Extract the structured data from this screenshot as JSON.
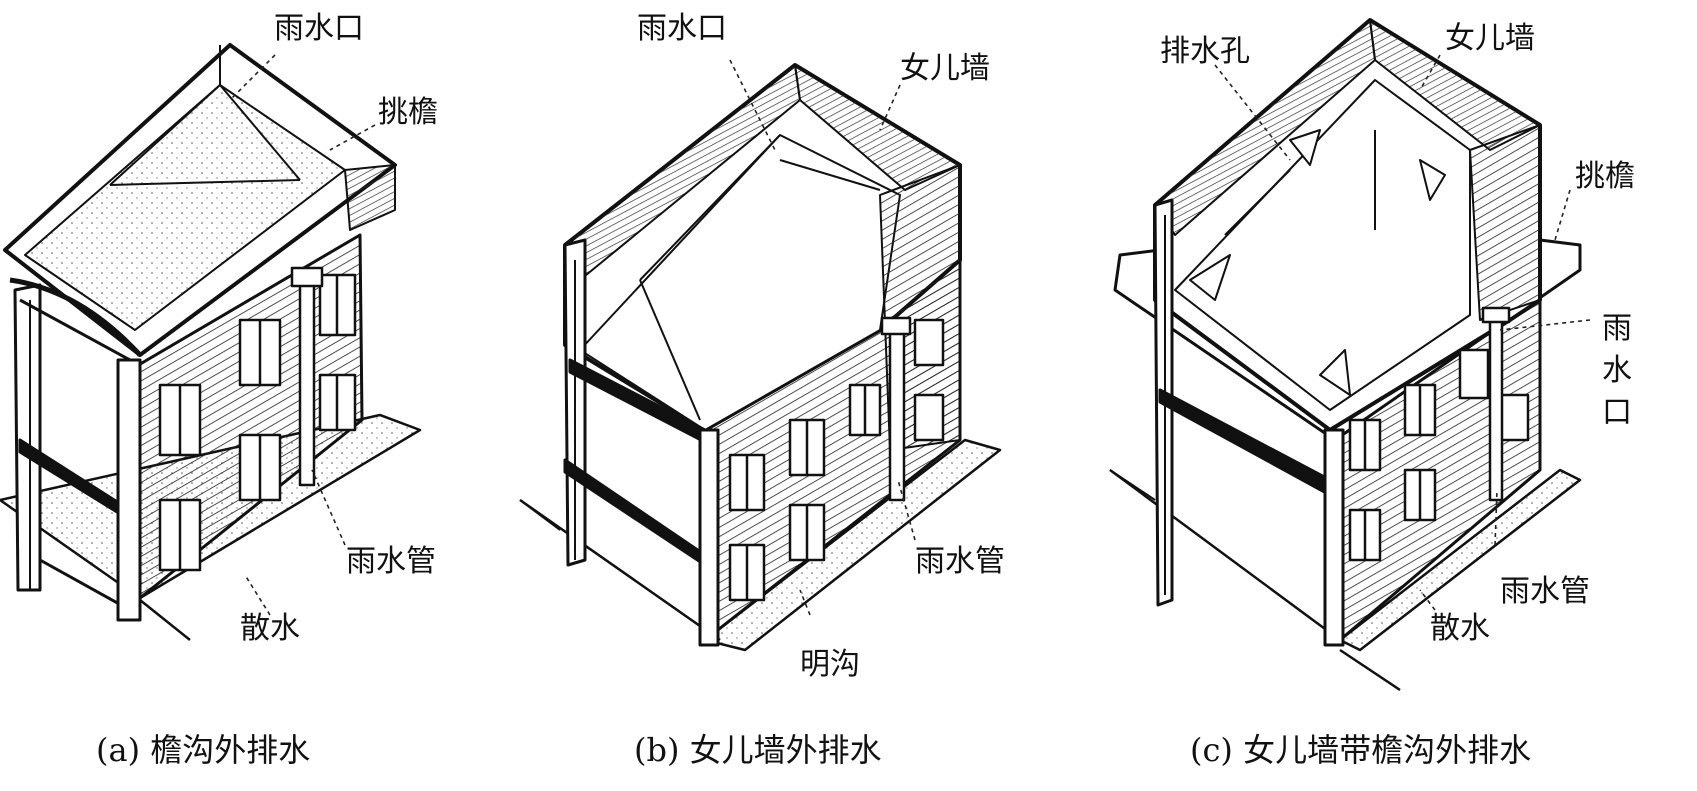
{
  "panels": [
    {
      "caption": "(a) 檐沟外排水",
      "labels": {
        "rain_outlet": "雨水口",
        "eave": "挑檐",
        "downpipe": "雨水管",
        "apron": "散水"
      }
    },
    {
      "caption": "(b) 女儿墙外排水",
      "labels": {
        "rain_outlet": "雨水口",
        "parapet": "女儿墙",
        "downpipe": "雨水管",
        "open_ditch": "明沟"
      }
    },
    {
      "caption": "(c) 女儿墙带檐沟外排水",
      "labels": {
        "drain_hole": "排水孔",
        "parapet": "女儿墙",
        "eave": "挑檐",
        "rain_outlet": "雨水口",
        "downpipe": "雨水管",
        "apron": "散水"
      }
    }
  ]
}
